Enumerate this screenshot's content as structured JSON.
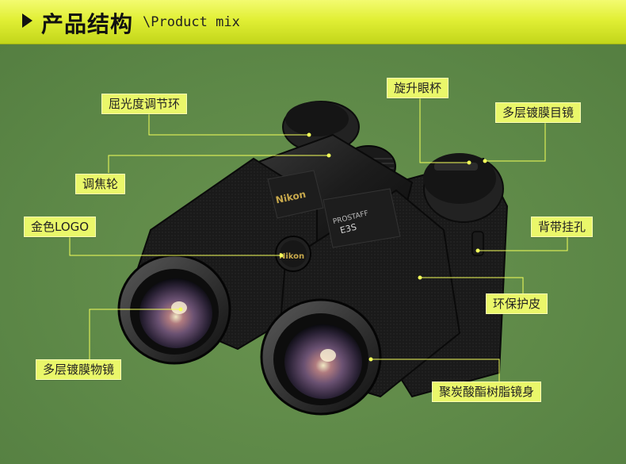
{
  "header": {
    "title": "产品结构",
    "subtitle": "\\Product mix"
  },
  "brand": {
    "logo_top": "Nikon",
    "logo_knob": "Nikon",
    "model": "PROSTAFF",
    "model_badge": "E3S"
  },
  "labels": {
    "diopter_ring": "屈光度调节环",
    "twist_eyecup": "旋升眼杯",
    "multicoated_eyepiece": "多层镀膜目镜",
    "focus_wheel": "调焦轮",
    "gold_logo": "金色LOGO",
    "strap_hole": "背带挂孔",
    "eco_rubber": "环保护皮",
    "multicoated_objective": "多层镀膜物镜",
    "polycarbonate_body": "聚炭酸酯树脂镜身"
  },
  "colors": {
    "background": "#5e8a48",
    "header": "#e1ef35",
    "label_fill": "#eaf76a",
    "leader_line": "#f3ff5a"
  }
}
